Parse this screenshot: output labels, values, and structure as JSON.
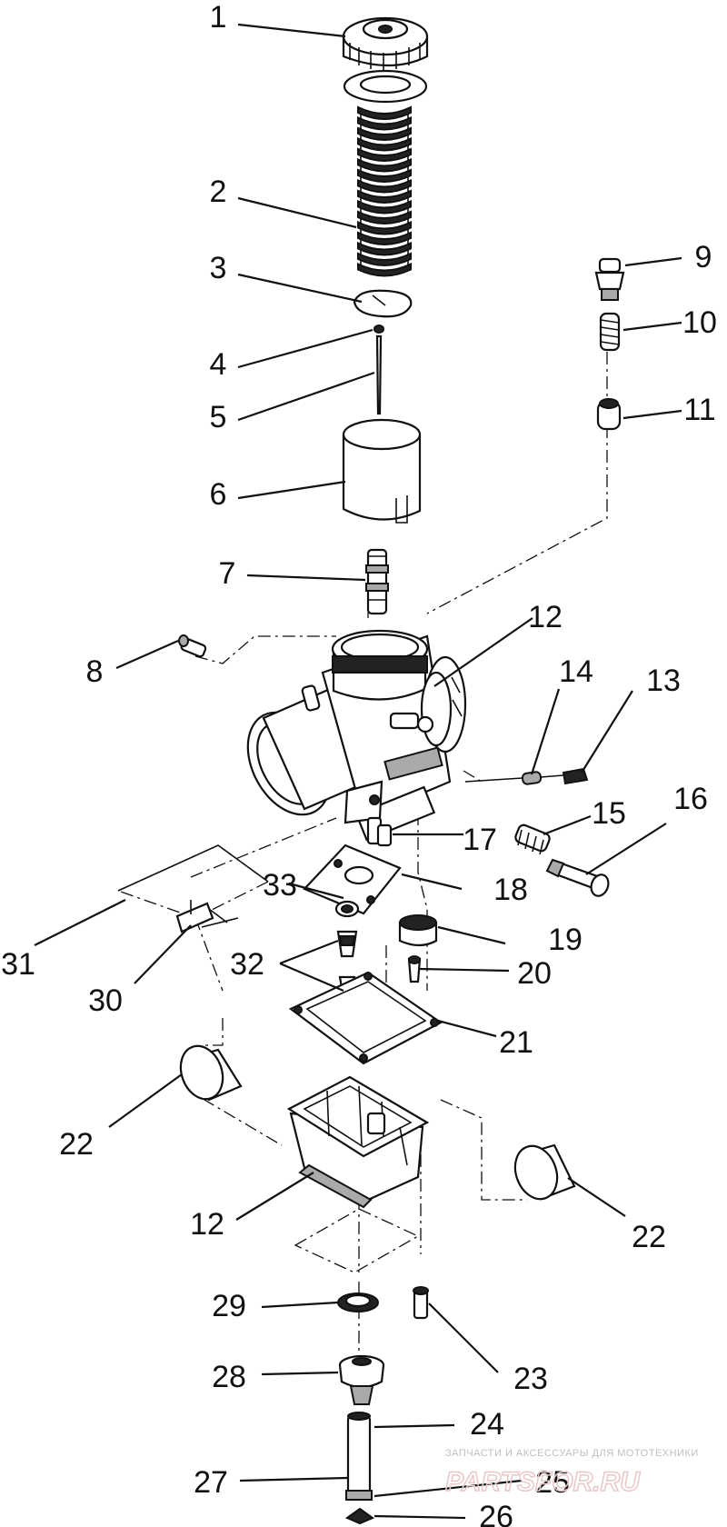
{
  "callouts": [
    "1",
    "2",
    "3",
    "4",
    "5",
    "6",
    "7",
    "8",
    "9",
    "10",
    "11",
    "12",
    "14",
    "13",
    "16",
    "15",
    "17",
    "33",
    "18",
    "31",
    "19",
    "32",
    "20",
    "30",
    "21",
    "22",
    "22",
    "12",
    "29",
    "23",
    "28",
    "24",
    "27",
    "25",
    "26"
  ],
  "watermark": {
    "caption": "ЗАПЧАСТИ И АКСЕССУАРЫ ДЛЯ МОТОТЕХНИКИ",
    "logo": "PARTSFOR.RU"
  }
}
